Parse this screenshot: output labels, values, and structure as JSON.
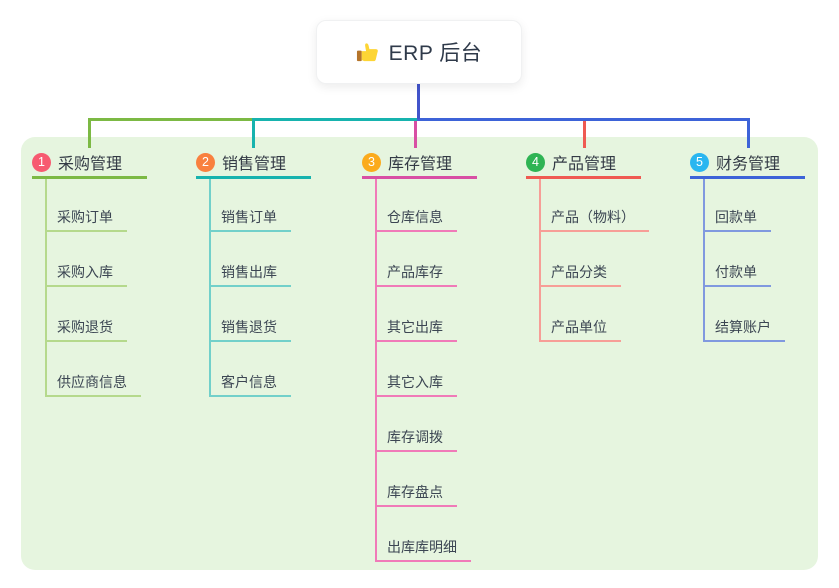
{
  "root": {
    "icon": "thumbs-up-icon",
    "label": "ERP 后台"
  },
  "colors": {
    "page_bg": "#ffffff",
    "panel_bg": "#e6f5df",
    "root_line": "#4254cb",
    "title_text": "#333a45",
    "child_text": "#3c4653"
  },
  "branches": [
    {
      "num": "1",
      "label": "采购管理",
      "badge_color": "#f75a70",
      "color": "#7cb944",
      "light_color": "#b5d98c",
      "children": [
        "采购订单",
        "采购入库",
        "采购退货",
        "供应商信息"
      ]
    },
    {
      "num": "2",
      "label": "销售管理",
      "badge_color": "#f9803f",
      "color": "#17b3ae",
      "light_color": "#72d0ca",
      "children": [
        "销售订单",
        "销售出库",
        "销售退货",
        "客户信息"
      ]
    },
    {
      "num": "3",
      "label": "库存管理",
      "badge_color": "#fbab1d",
      "color": "#d84fa4",
      "light_color": "#f07ab8",
      "children": [
        "仓库信息",
        "产品库存",
        "其它出库",
        "其它入库",
        "库存调拨",
        "库存盘点",
        "出库库明细"
      ]
    },
    {
      "num": "4",
      "label": "产品管理",
      "badge_color": "#2fb454",
      "color": "#ef5a52",
      "light_color": "#f79e97",
      "children": [
        "产品（物料）",
        "产品分类",
        "产品单位"
      ]
    },
    {
      "num": "5",
      "label": "财务管理",
      "badge_color": "#2ab6f0",
      "color": "#3d63d8",
      "light_color": "#8099df",
      "children": [
        "回款单",
        "付款单",
        "结算账户"
      ]
    }
  ]
}
